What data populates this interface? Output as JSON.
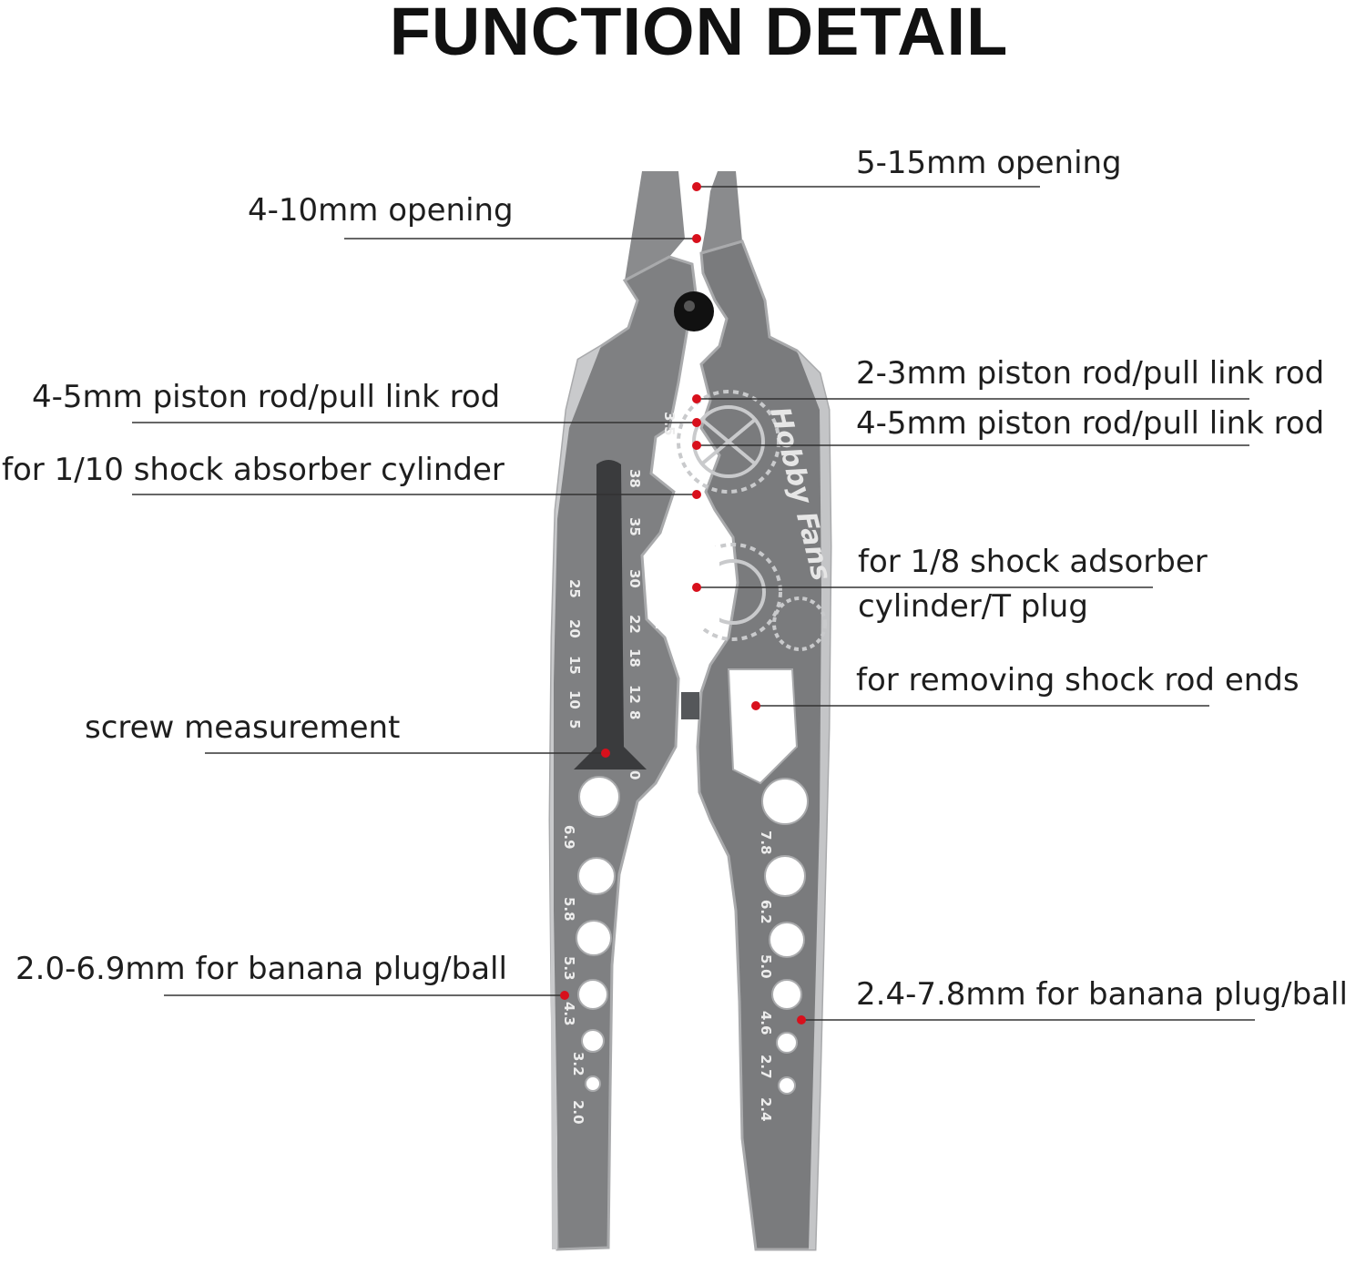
{
  "title": "FUNCTION DETAIL",
  "brand": "Hobby Fans",
  "colors": {
    "tool_body": "#7f8082",
    "tool_edge": "#b8b9bb",
    "tool_dark": "#5e5f61",
    "leader_line": "#333333",
    "marker_dot": "#d8101c"
  },
  "callouts": {
    "opening_4_10": "4-10mm opening",
    "opening_5_15": "5-15mm opening",
    "piston_4_5_left": "4-5mm piston rod/pull link rod",
    "piston_2_3": "2-3mm piston rod/pull link rod",
    "piston_4_5_right": "4-5mm piston rod/pull link rod",
    "shock_1_10": "for 1/10 shock absorber cylinder",
    "shock_1_8_line1": "for 1/8 shock adsorber",
    "shock_1_8_line2": "cylinder/T plug",
    "rod_ends": "for removing shock rod ends",
    "screw": "screw measurement",
    "banana_left": "2.0-6.9mm for banana plug/ball",
    "banana_right": "2.4-7.8mm for banana plug/ball"
  },
  "engravings": {
    "notch_label": "3.5",
    "ruler_right": [
      "38",
      "35",
      "30",
      "22",
      "18",
      "12",
      "8",
      "0"
    ],
    "ruler_left": [
      "25",
      "20",
      "15",
      "10",
      "5"
    ],
    "holes_left": [
      "6.9",
      "5.8",
      "5.3",
      "4.3",
      "3.2",
      "2.0"
    ],
    "holes_right": [
      "7.8",
      "6.2",
      "5.0",
      "4.6",
      "2.7",
      "2.4"
    ]
  }
}
